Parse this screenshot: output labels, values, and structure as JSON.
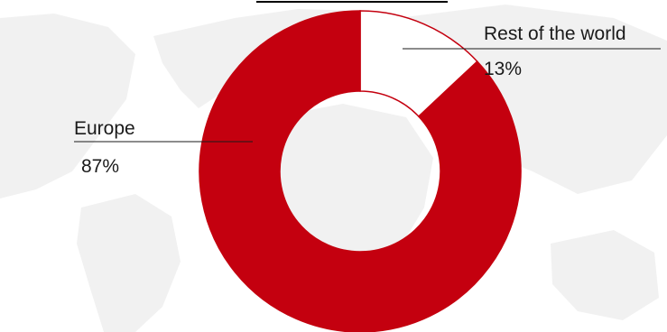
{
  "chart_data": {
    "type": "pie",
    "variant": "donut",
    "slices": [
      {
        "label": "Rest of the world",
        "value": 13,
        "value_label": "13%",
        "color": "#ffffff"
      },
      {
        "label": "Europe",
        "value": 87,
        "value_label": "87%",
        "color": "#c4000f"
      }
    ],
    "start": "top",
    "direction": "clockwise",
    "legend": "none",
    "background": "world-map",
    "background_color": "#e6e6e6",
    "slice_border_color": "#c4000f"
  }
}
